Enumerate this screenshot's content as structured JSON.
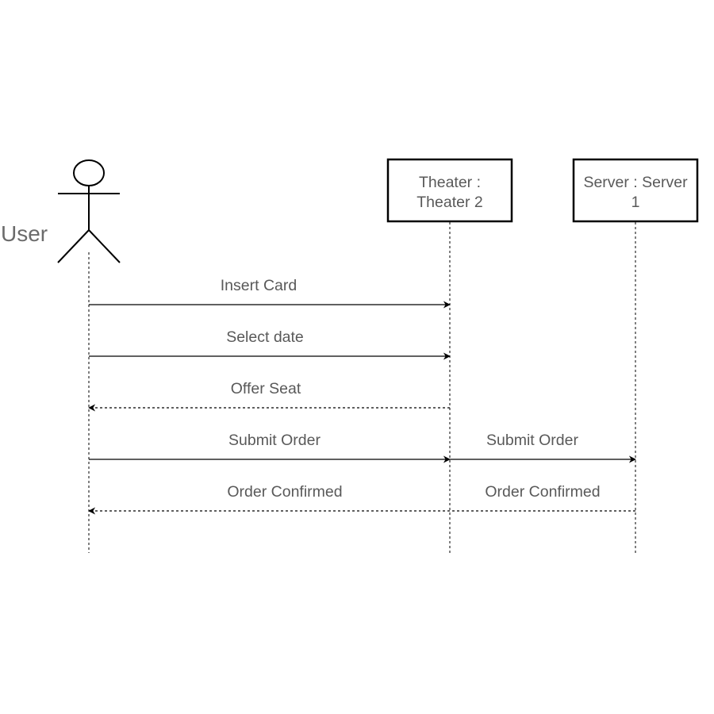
{
  "diagram": {
    "type": "sequence",
    "actor": {
      "label": "User"
    },
    "participants": [
      {
        "id": "theater",
        "lines": [
          "Theater :",
          "Theater 2"
        ]
      },
      {
        "id": "server",
        "lines": [
          "Server : Server",
          "1"
        ]
      }
    ],
    "messages": [
      {
        "from": "user",
        "to": "theater",
        "label": "Insert Card",
        "style": "solid"
      },
      {
        "from": "user",
        "to": "theater",
        "label": "Select date",
        "style": "solid"
      },
      {
        "from": "theater",
        "to": "user",
        "label": "Offer Seat",
        "style": "dashed"
      },
      {
        "from": "user",
        "to": "theater",
        "label": "Submit Order",
        "style": "solid"
      },
      {
        "from": "theater",
        "to": "server",
        "label": "Submit Order",
        "style": "solid"
      },
      {
        "from": "server",
        "to": "theater",
        "label": "Order Confirmed",
        "style": "dashed",
        "continues_to": "user"
      },
      {
        "from": "theater",
        "to": "user",
        "label": "Order Confirmed",
        "style": "dashed"
      }
    ]
  }
}
